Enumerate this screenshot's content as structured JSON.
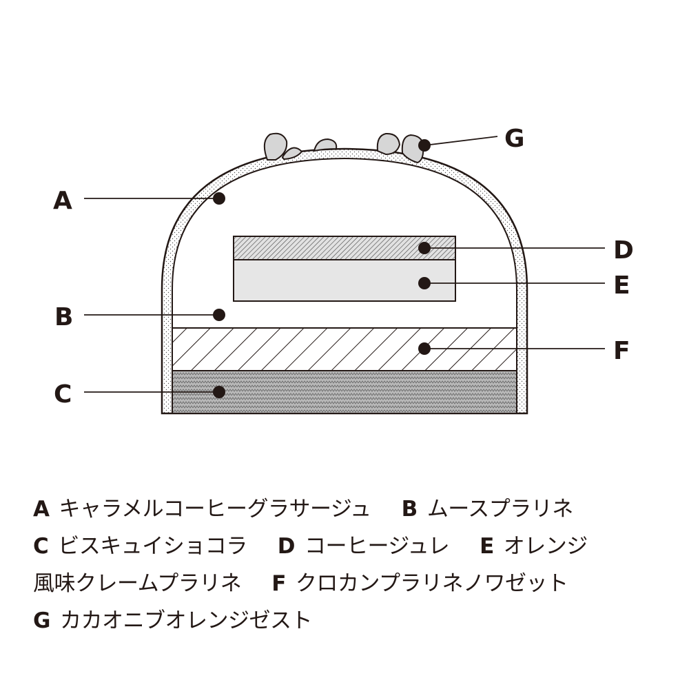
{
  "callouts": {
    "A": "A",
    "B": "B",
    "C": "C",
    "D": "D",
    "E": "E",
    "F": "F",
    "G": "G"
  },
  "legend": [
    {
      "key": "A",
      "text": "キャラメルコーヒーグラサージュ"
    },
    {
      "key": "B",
      "text": "ムースプラリネ"
    },
    {
      "key": "C",
      "text": "ビスキュイショコラ"
    },
    {
      "key": "D",
      "text": "コーヒージュレ"
    },
    {
      "key": "E",
      "text_line1": "オレンジ",
      "text_line2": "風味クレームプラリネ"
    },
    {
      "key": "F",
      "text": "クロカンプラリネノワゼット"
    },
    {
      "key": "G",
      "text": "カカオニブオレンジゼスト"
    }
  ],
  "colors": {
    "ink": "#231815",
    "layer_fill": "#e6e6e6",
    "stone_fill": "#d6d6d6"
  },
  "icons": [
    "cocoa-nib-pieces"
  ]
}
